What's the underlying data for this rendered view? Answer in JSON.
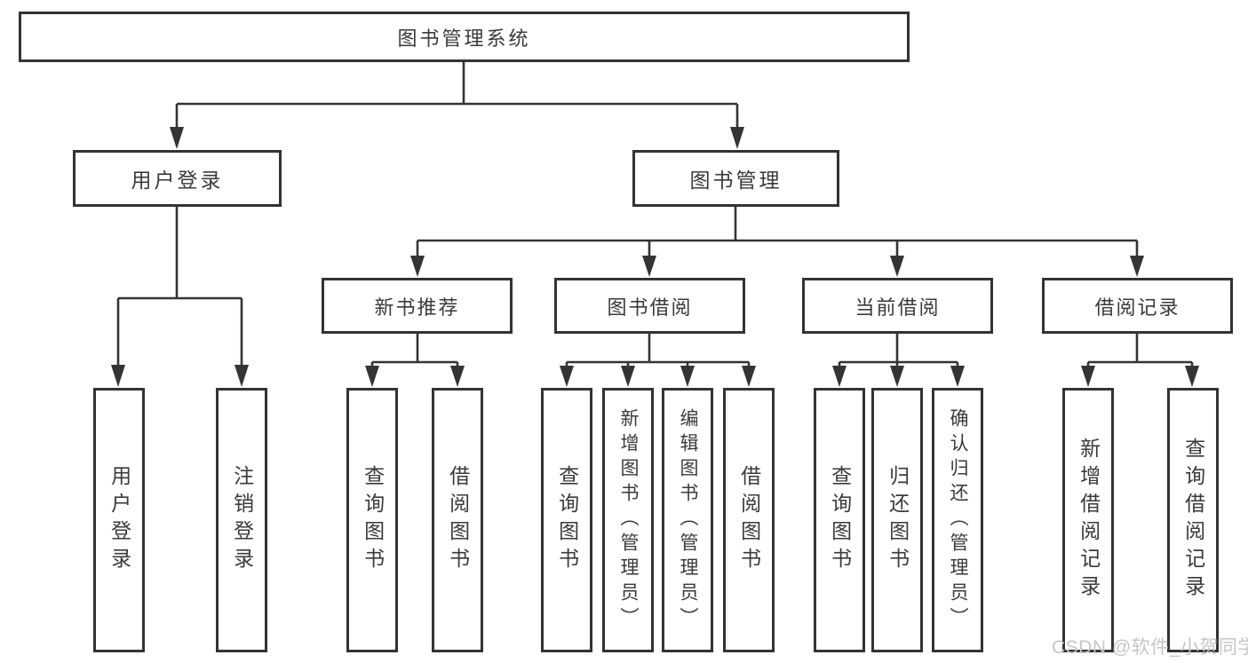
{
  "watermark": "CSDN @软件_小贺同学",
  "colors": {
    "line": "#343434",
    "border": "#333333",
    "text": "#3a3a3a",
    "watermark": "#c6c6c6",
    "background": "#ffffff"
  },
  "tree": {
    "root": {
      "label": "图书管理系统"
    },
    "children": [
      {
        "label": "用户登录",
        "children": [
          {
            "label": "用户登录"
          },
          {
            "label": "注销登录"
          }
        ]
      },
      {
        "label": "图书管理",
        "children": [
          {
            "label": "新书推荐",
            "children": [
              {
                "label": "查询图书"
              },
              {
                "label": "借阅图书"
              }
            ]
          },
          {
            "label": "图书借阅",
            "children": [
              {
                "label": "查询图书"
              },
              {
                "label": "新增图书（管理员）"
              },
              {
                "label": "编辑图书（管理员）"
              },
              {
                "label": "借阅图书"
              }
            ]
          },
          {
            "label": "当前借阅",
            "children": [
              {
                "label": "查询图书"
              },
              {
                "label": "归还图书"
              },
              {
                "label": "确认归还（管理员）"
              }
            ]
          },
          {
            "label": "借阅记录",
            "children": [
              {
                "label": "新增借阅记录"
              },
              {
                "label": "查询借阅记录"
              }
            ]
          }
        ]
      }
    ]
  }
}
